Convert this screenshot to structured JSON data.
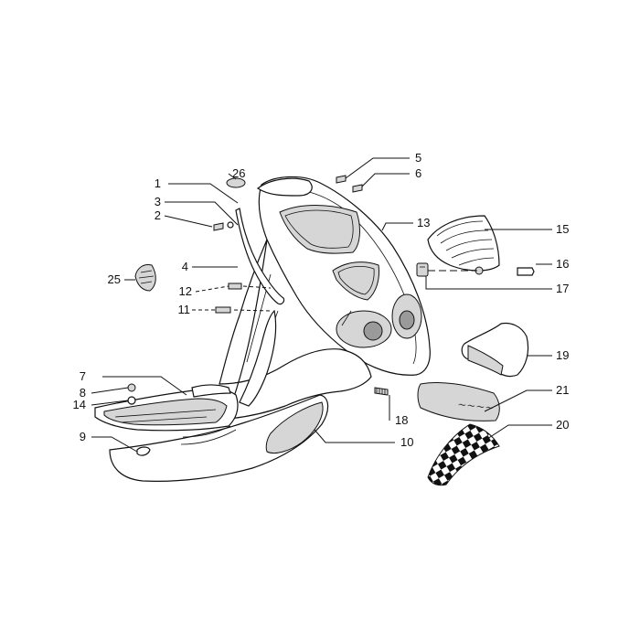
{
  "callouts": [
    {
      "id": "c1",
      "text": "1"
    },
    {
      "id": "c2",
      "text": "2"
    },
    {
      "id": "c3",
      "text": "3"
    },
    {
      "id": "c4",
      "text": "4"
    },
    {
      "id": "c5",
      "text": "5"
    },
    {
      "id": "c6",
      "text": "6"
    },
    {
      "id": "c7",
      "text": "7"
    },
    {
      "id": "c8",
      "text": "8"
    },
    {
      "id": "c9",
      "text": "9"
    },
    {
      "id": "c10",
      "text": "10"
    },
    {
      "id": "c11",
      "text": "11"
    },
    {
      "id": "c12",
      "text": "12"
    },
    {
      "id": "c13",
      "text": "13"
    },
    {
      "id": "c14",
      "text": "14"
    },
    {
      "id": "c15",
      "text": "15"
    },
    {
      "id": "c16",
      "text": "16"
    },
    {
      "id": "c17",
      "text": "17"
    },
    {
      "id": "c18",
      "text": "18"
    },
    {
      "id": "c19",
      "text": "19"
    },
    {
      "id": "c20",
      "text": "20"
    },
    {
      "id": "c21",
      "text": "21"
    },
    {
      "id": "c25",
      "text": "25"
    },
    {
      "id": "c26",
      "text": "26"
    }
  ]
}
